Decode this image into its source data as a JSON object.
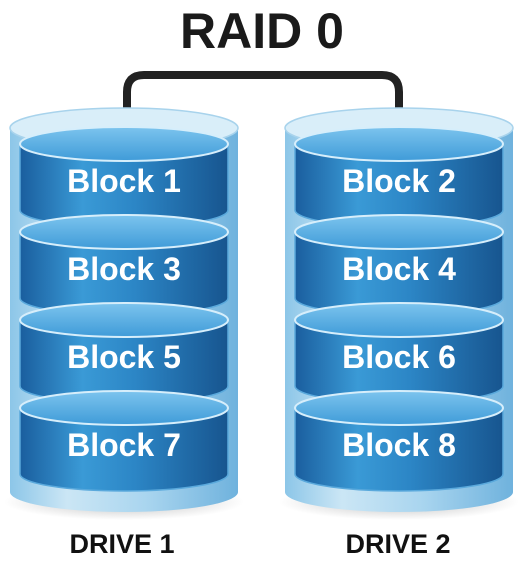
{
  "title": "RAID 0",
  "drives": [
    {
      "label": "DRIVE 1",
      "blocks": [
        "Block 1",
        "Block 3",
        "Block 5",
        "Block 7"
      ]
    },
    {
      "label": "DRIVE 2",
      "blocks": [
        "Block 2",
        "Block 4",
        "Block 6",
        "Block 8"
      ]
    }
  ],
  "colors": {
    "outer_light": "#bfe0f2",
    "outer_mid": "#7fbde3",
    "platter_dark": "#1a5e9e",
    "platter_mid": "#2f8fcf",
    "platter_light": "#65b7e8",
    "connector": "#222222"
  }
}
